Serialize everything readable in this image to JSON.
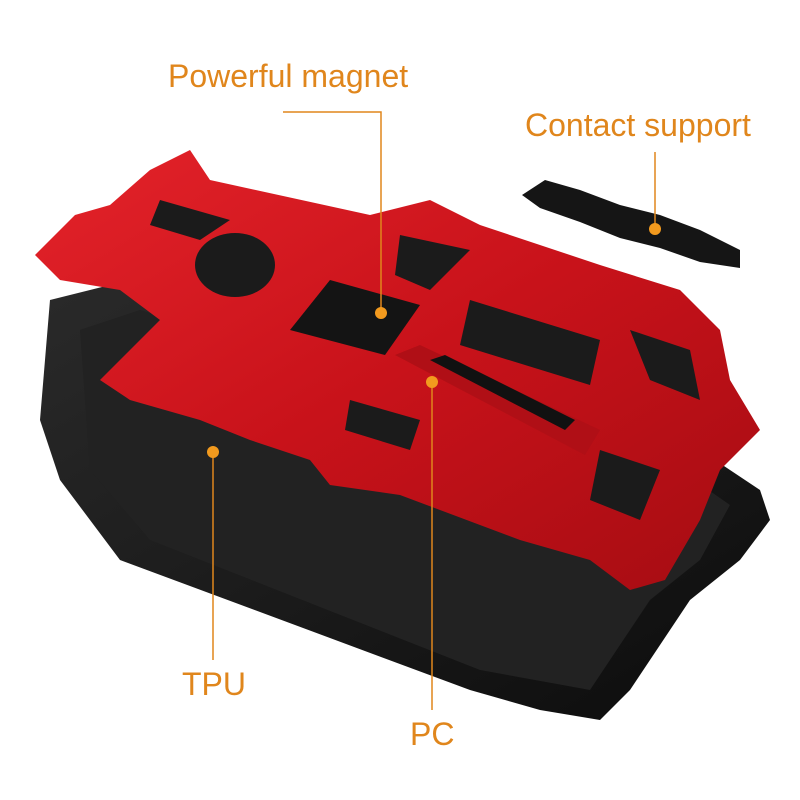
{
  "labels": {
    "magnet": "Powerful magnet",
    "contact": "Contact support",
    "tpu": "TPU",
    "pc": "PC"
  },
  "colors": {
    "label": "#e0861c",
    "case_red": "#d0141c",
    "case_black": "#1a1a1a"
  }
}
